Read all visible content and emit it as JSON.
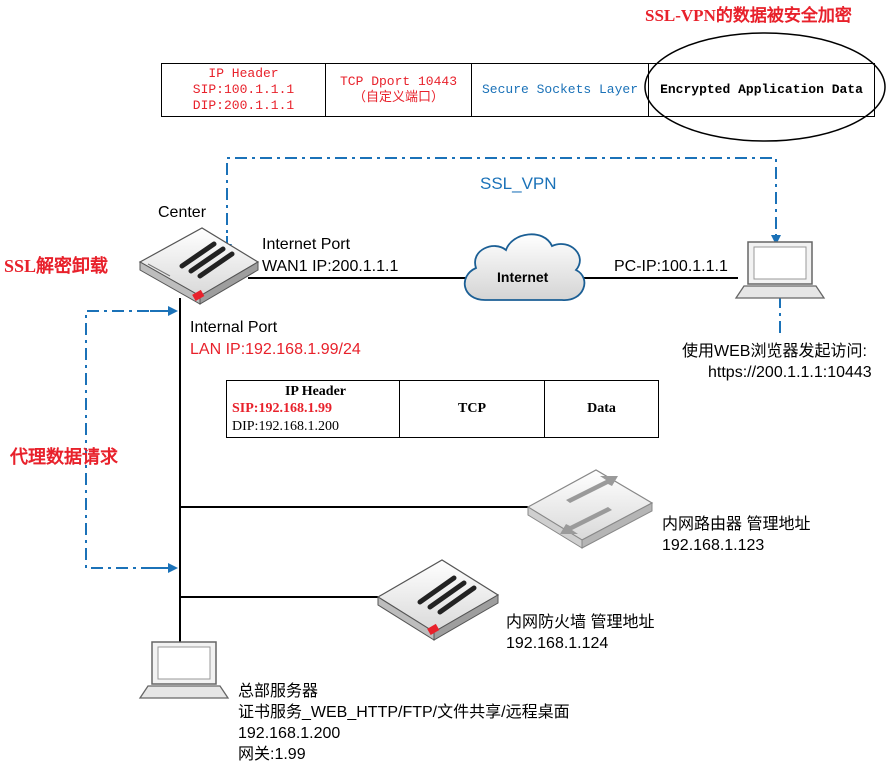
{
  "colors": {
    "red": "#e8212b",
    "blue": "#1b72b8",
    "line": "#000000"
  },
  "top_note": "SSL-VPN的数据被安全加密",
  "top_packet": {
    "ip_header_title": "IP Header",
    "sip": "SIP:100.1.1.1",
    "dip": "DIP:200.1.1.1",
    "tcp_line1": "TCP Dport 10443",
    "tcp_line2": "（自定义端口）",
    "ssl": "Secure Sockets Layer",
    "app_data": "Encrypted Application Data"
  },
  "tunnel_label": "SSL_VPN",
  "center": {
    "label": "Center",
    "internet_port": "Internet Port",
    "wan_ip": "WAN1 IP:200.1.1.1",
    "internal_port": "Internal Port",
    "lan_ip": "LAN IP:192.168.1.99/24"
  },
  "internet_label": "Internet",
  "pc_ip": "PC-IP:100.1.1.1",
  "pc_note_line1": "使用WEB浏览器发起访问:",
  "pc_note_line2": "https://200.1.1.1:10443",
  "ssl_offload": "SSL解密卸载",
  "proxy_request": "代理数据请求",
  "lan_packet": {
    "ip_header_title": "IP Header",
    "sip": "SIP:192.168.1.99",
    "dip": "DIP:192.168.1.200",
    "tcp": "TCP",
    "data": "Data"
  },
  "router": {
    "line1": "内网路由器 管理地址",
    "line2": "192.168.1.123"
  },
  "firewall": {
    "line1": "内网防火墙 管理地址",
    "line2": "192.168.1.124"
  },
  "server": {
    "line1": "总部服务器",
    "line2": "证书服务_WEB_HTTP/FTP/文件共享/远程桌面",
    "line3": "192.168.1.200",
    "line4": "网关:1.99"
  }
}
